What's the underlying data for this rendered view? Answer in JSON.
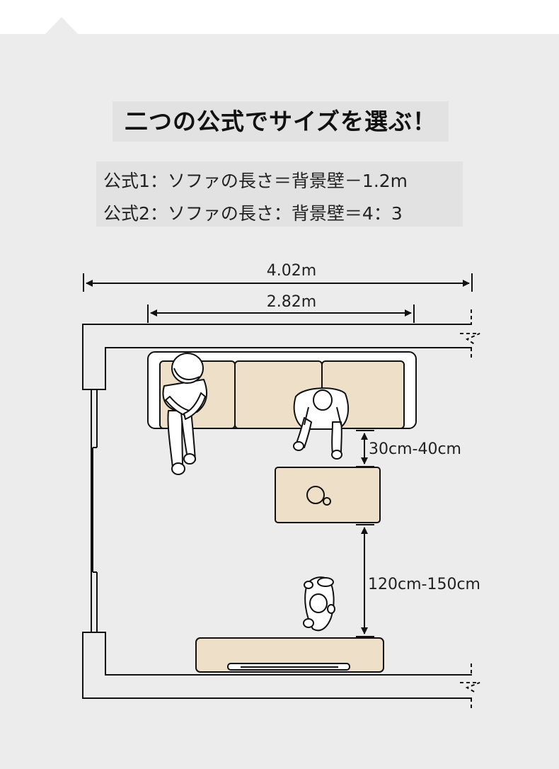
{
  "title": "二つの公式でサイズを選ぶ！",
  "formulas": [
    "公式1：ソファの長さ＝背景壁－1.2m",
    "公式2：ソファの長さ：背景壁＝4：3"
  ],
  "dimensions": {
    "wall_width": "4.02m",
    "sofa_length": "2.82m",
    "sofa_to_table": "30cm-40cm",
    "table_to_tv": "120cm-150cm"
  },
  "colors": {
    "background": "#ececec",
    "furniture": "#eee0c8",
    "line": "#111111"
  },
  "icons": [
    "person-topview-icon",
    "cup-icon"
  ]
}
